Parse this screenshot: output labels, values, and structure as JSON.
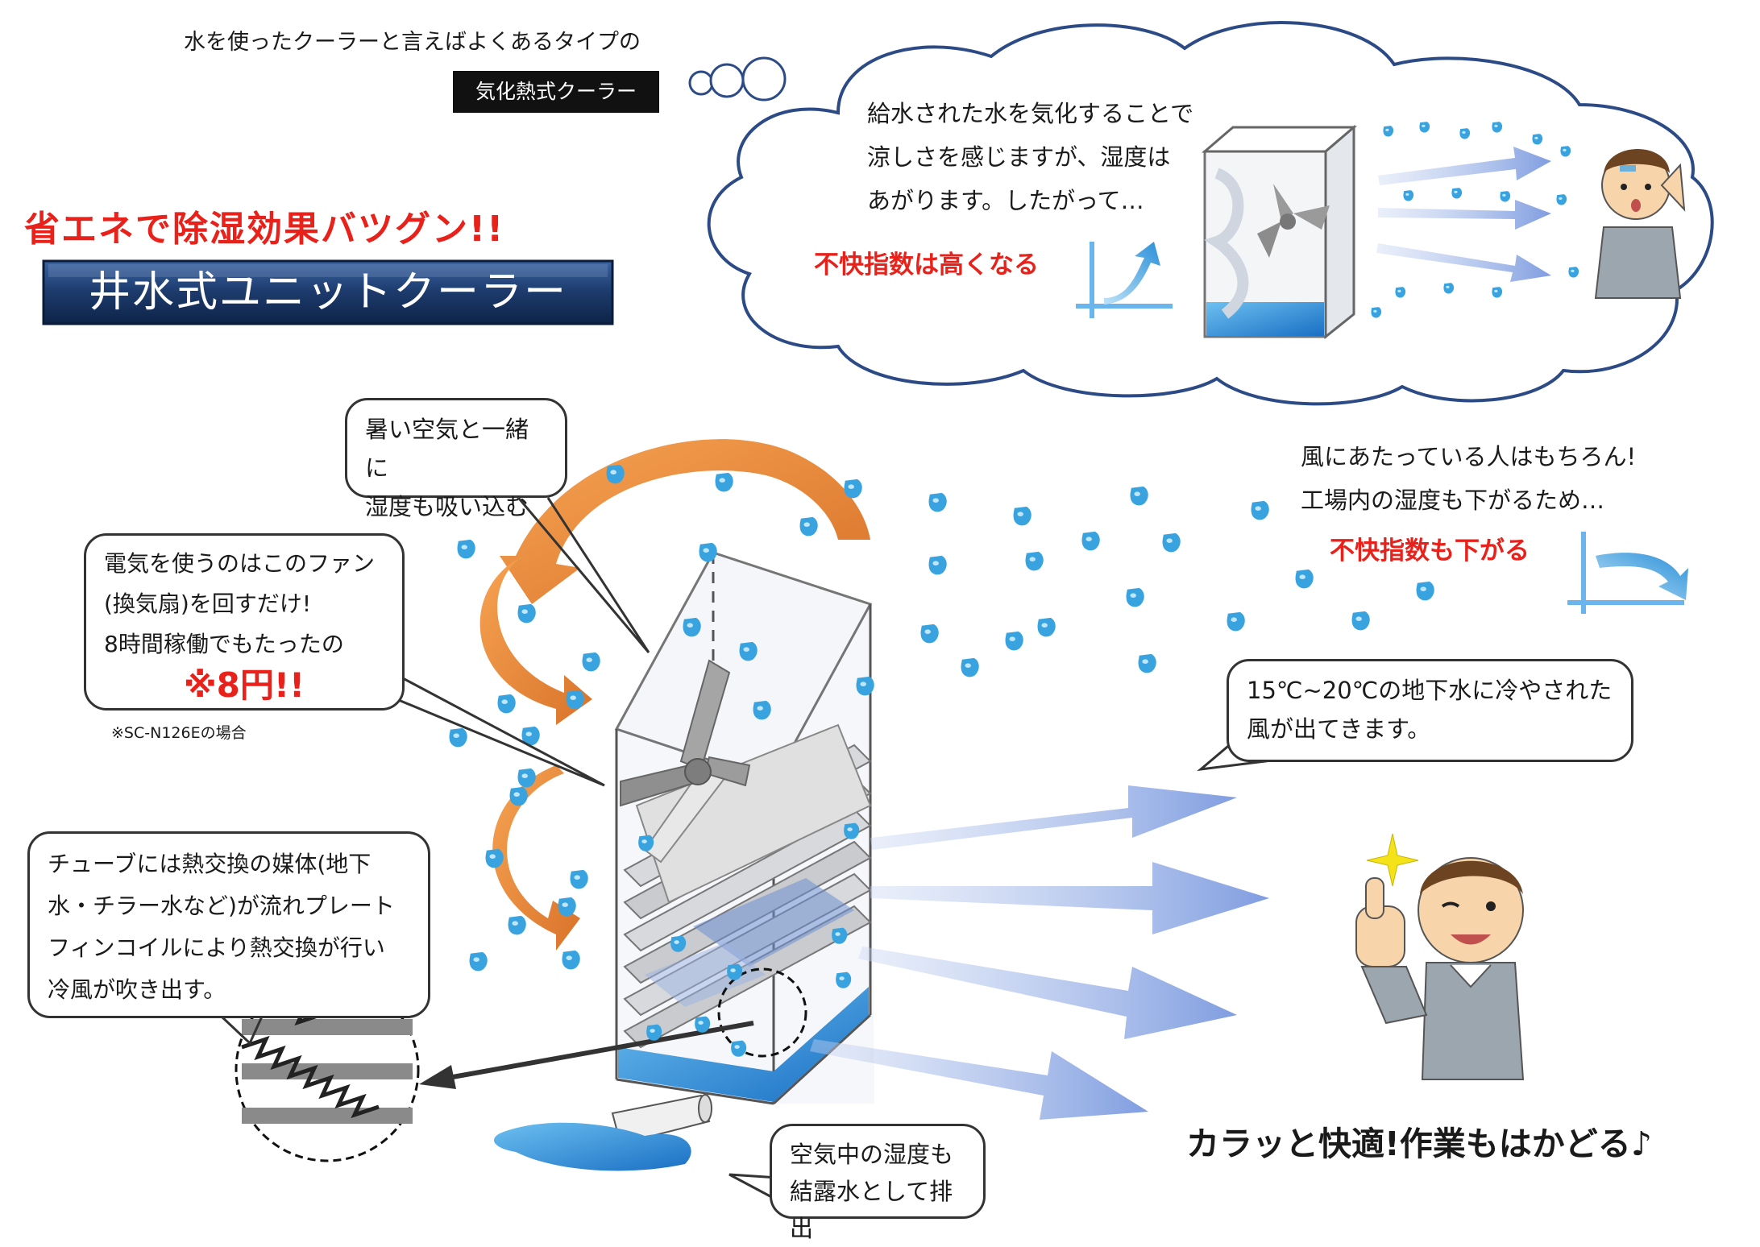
{
  "intro": {
    "line1": "水を使ったクーラーと言えばよくあるタイプの",
    "black_label": "気化熱式クーラー"
  },
  "thought_cloud": {
    "line1": "給水された水を気化することで",
    "line2": "涼しさを感じますが、湿度は",
    "line3": "あがります。したがって…",
    "result": "不快指数は高くなる"
  },
  "headline": {
    "catch": "省エネで除湿効果バツグン!!",
    "product": "井水式ユニットクーラー"
  },
  "callouts": {
    "intake_1": "暑い空気と一緒に",
    "intake_2": "湿度も吸い込む",
    "fan_1": "電気を使うのはこのファン",
    "fan_2": "(換気扇)を回すだけ!",
    "fan_3": "8時間稼働でもたったの",
    "fan_price": "※8円!!",
    "fan_note": "※SC-N126Eの場合",
    "tube_1": "チューブには熱交換の媒体(地下",
    "tube_2": "水・チラー水など)が流れプレート",
    "tube_3": "フィンコイルにより熱交換が行い",
    "tube_4": "冷風が吹き出す。",
    "drain_1": "空気中の湿度も",
    "drain_2": "結露水として排出",
    "wind_1": "15℃~20℃の地下水に冷やされた",
    "wind_2": "風が出てきます。"
  },
  "right_info": {
    "line1": "風にあたっている人はもちろん!",
    "line2": "工場内の湿度も下がるため…",
    "result": "不快指数も下がる"
  },
  "footer": {
    "slogan": "カラッと快適!作業もはかどる♪"
  },
  "colors": {
    "accent_red": "#e8221b",
    "title_bar": "#1f3f70",
    "orange_arrow": "#e8883a",
    "wind_arrow": "#8aa5e0",
    "water_drop": "#2f9fdc",
    "cloud_outline": "#2c4b86"
  },
  "icons": [
    "water-drop-icon",
    "fan-icon",
    "graph-up-icon",
    "graph-down-icon",
    "sparkle-icon"
  ]
}
